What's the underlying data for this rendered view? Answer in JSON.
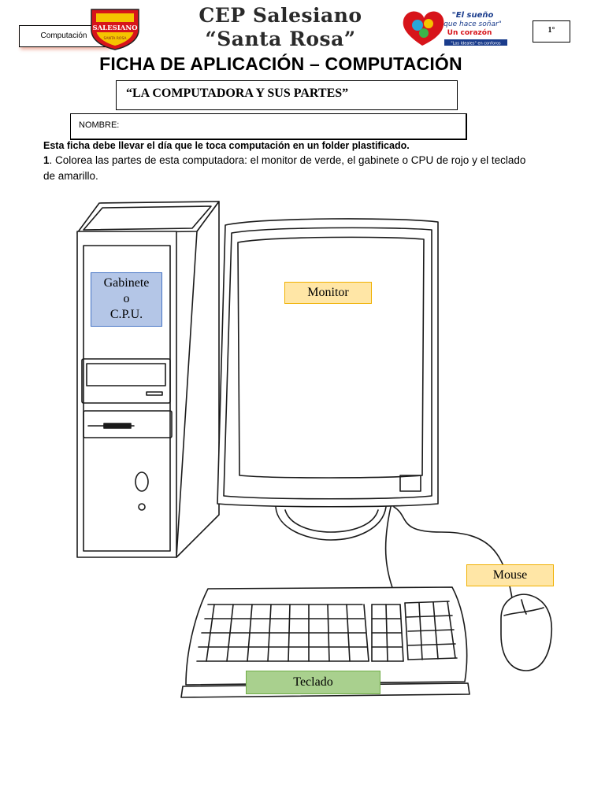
{
  "header": {
    "subject_label": "Computación",
    "grade_label": "1°",
    "school_line1": "CEP Salesiano",
    "school_line2": "“Santa Rosa”",
    "left_logo_text": "SALESIANO",
    "left_logo_subtext": "SANTA ROSA",
    "right_logo_text_1": "\"El sueño",
    "right_logo_text_2": "que hace soñar\"",
    "right_logo_text_3": "Un corazón",
    "right_logo_text_4": "\"Los Ideales\" en conforos"
  },
  "worksheet": {
    "title": "FICHA DE APLICACIÓN – COMPUTACIÓN",
    "subtitle": "“LA COMPUTADORA Y SUS PARTES”",
    "name_label": "NOMBRE:",
    "instruction": "Esta ficha debe llevar el día que le toca computación en un folder plastificado.",
    "task_number": "1",
    "task_text": ". Colorea las partes de esta computadora: el monitor de verde, el gabinete o CPU de rojo y el teclado de amarillo."
  },
  "labels": {
    "cpu_line1": "Gabinete",
    "cpu_line2": "o",
    "cpu_line3": "C.P.U.",
    "monitor": "Monitor",
    "mouse": "Mouse",
    "keyboard": "Teclado"
  },
  "colors": {
    "cpu_label_bg": "#b4c6e7",
    "monitor_label_bg": "#ffe6a6",
    "mouse_label_bg": "#ffe6a6",
    "keyboard_label_bg": "#a9d08e",
    "logo_red": "#d7141a",
    "logo_yellow": "#f5c400"
  },
  "icons": [
    "school-crest-logo",
    "heart-logo"
  ]
}
